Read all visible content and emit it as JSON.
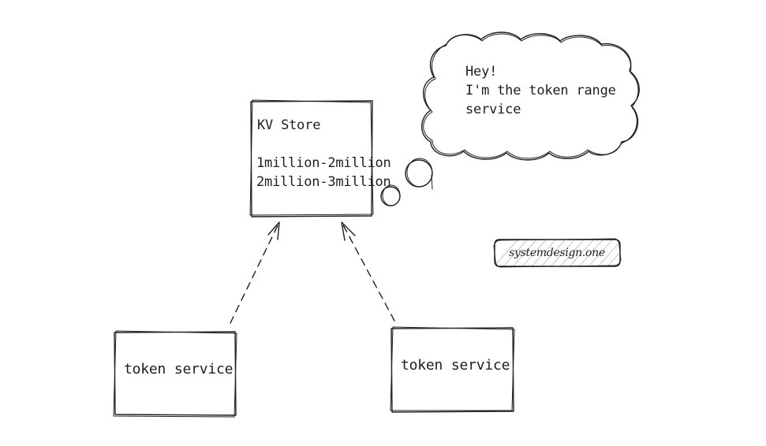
{
  "kv_store": {
    "title": "KV Store",
    "ranges": [
      "1million-2million",
      "2million-3million"
    ]
  },
  "thought_cloud": {
    "lines": [
      "Hey!",
      "I'm the token range",
      "service"
    ]
  },
  "token_services": [
    {
      "label": "token service"
    },
    {
      "label": "token service"
    }
  ],
  "watermark": {
    "text": "systemdesign.one"
  },
  "colors": {
    "stroke": "#1e1e1e",
    "hatch": "#b8b8b8",
    "background": "#ffffff"
  }
}
